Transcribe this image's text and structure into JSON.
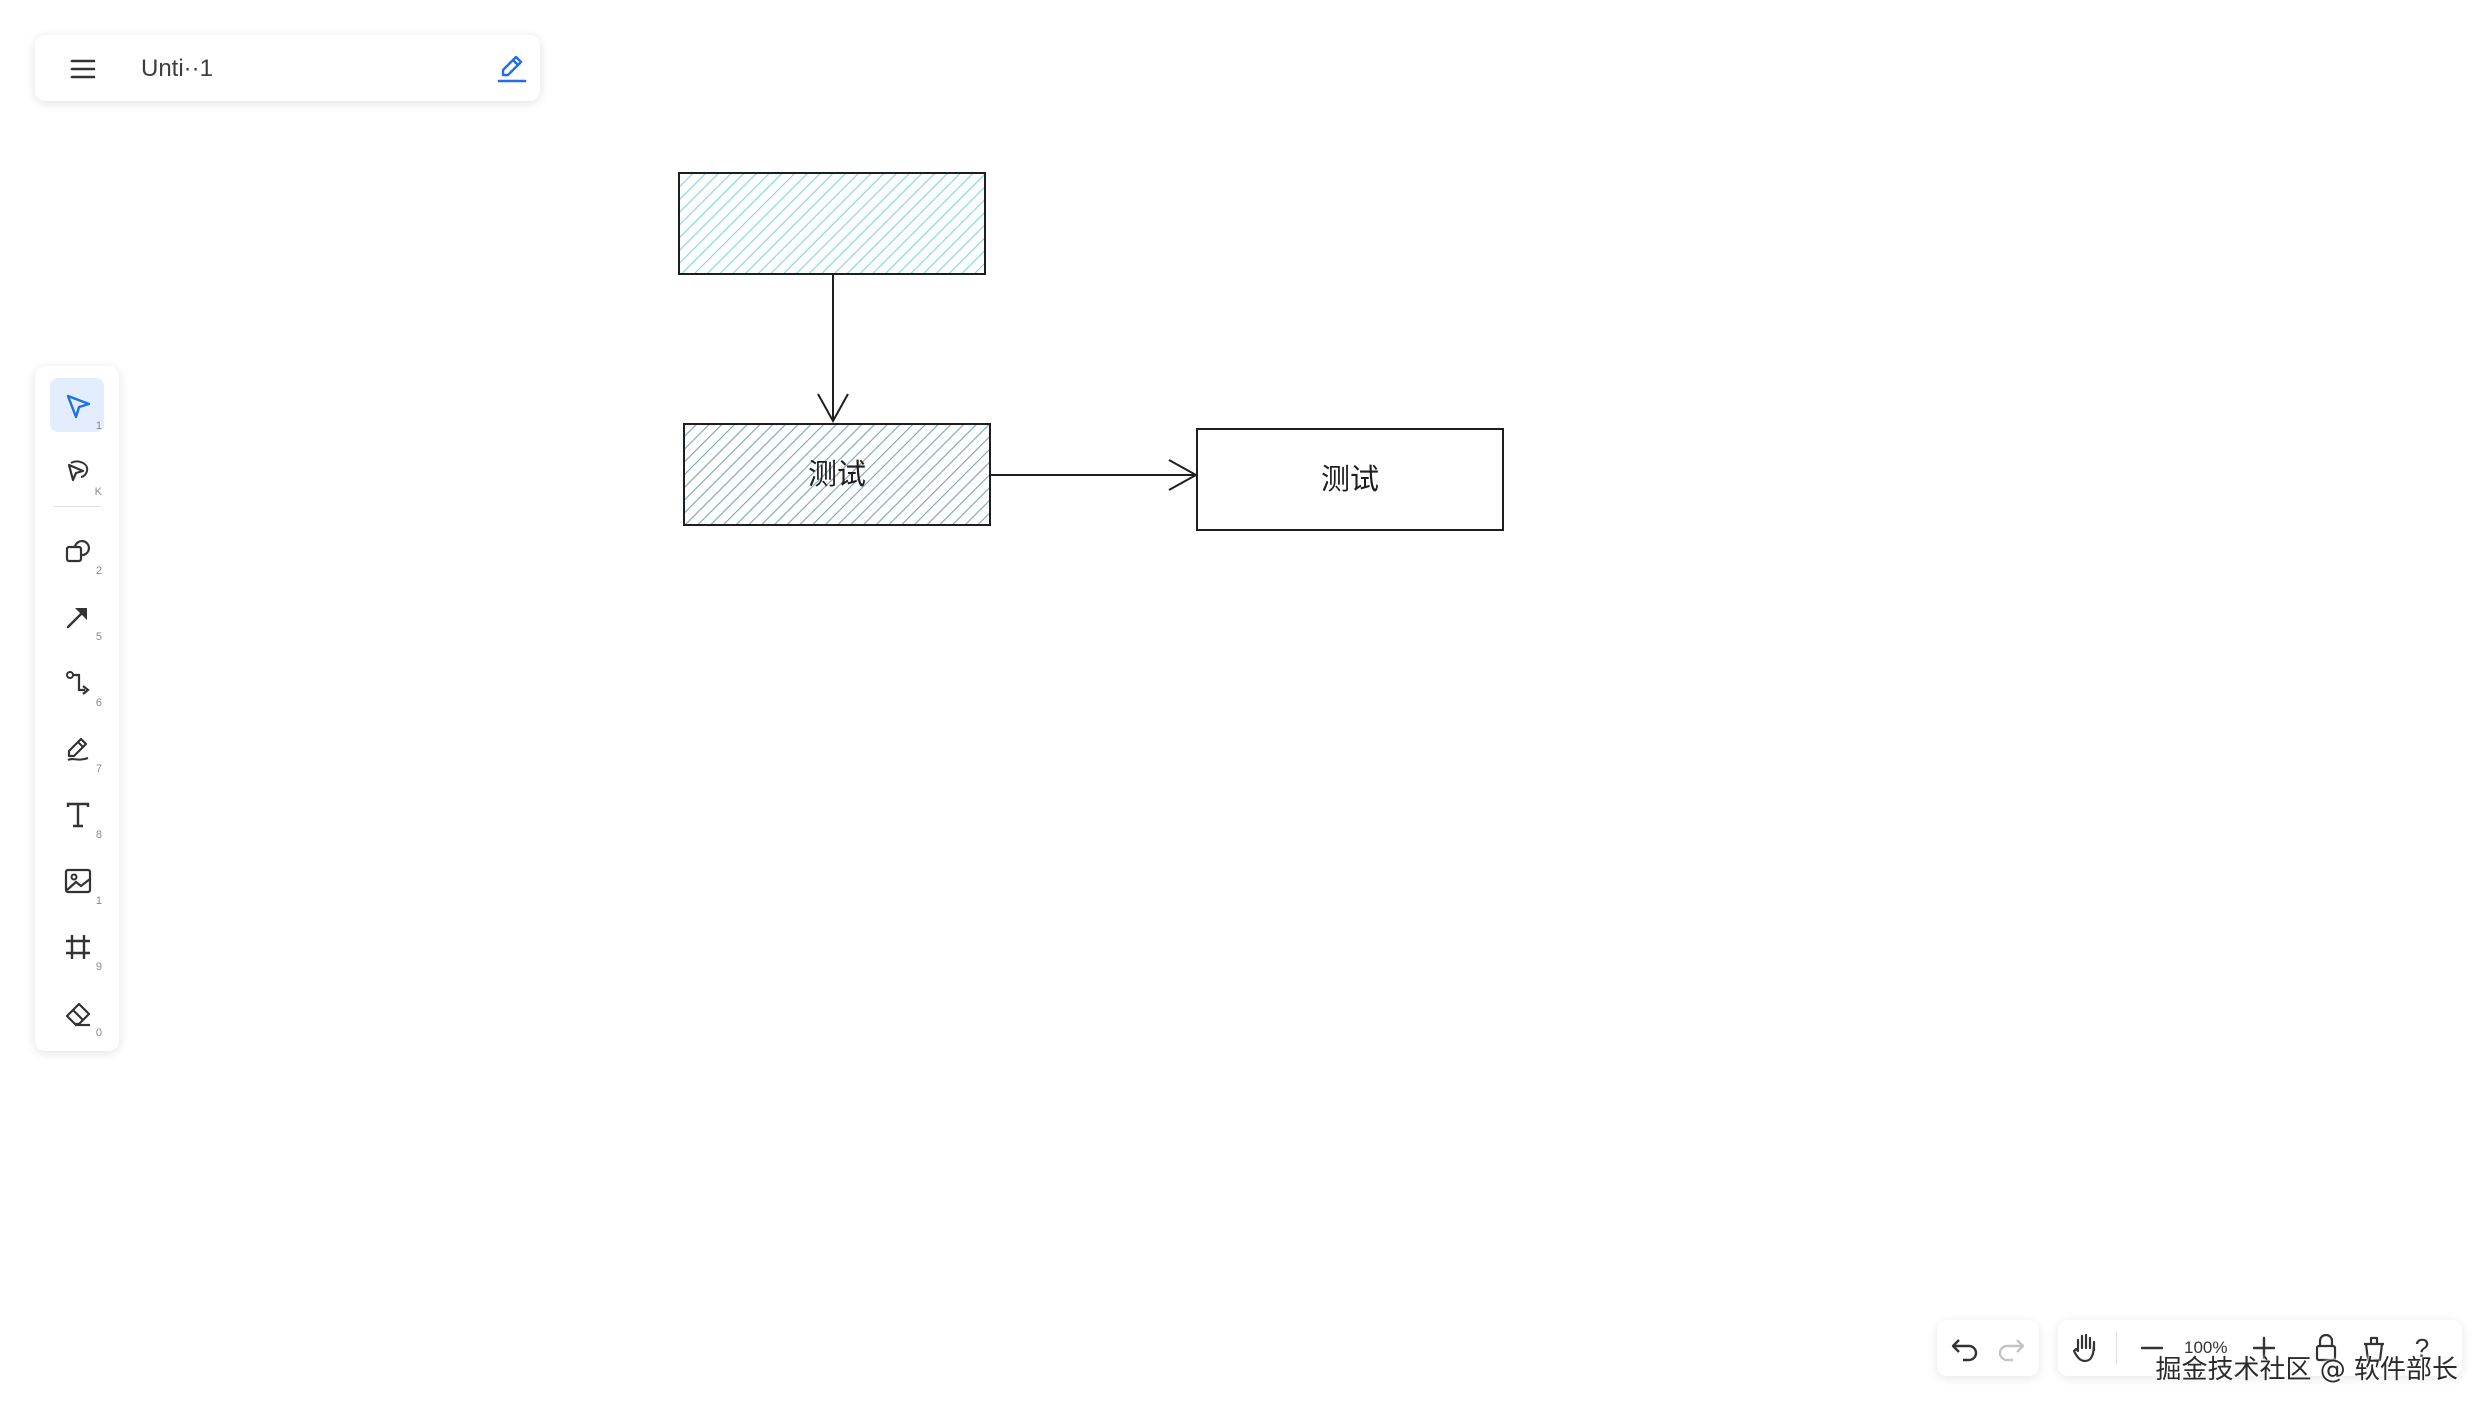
{
  "document": {
    "title": "Unti··1"
  },
  "toolbar": {
    "tools": [
      {
        "name": "select",
        "hotkey": "1",
        "active": true
      },
      {
        "name": "lasso",
        "hotkey": "K",
        "active": false
      },
      {
        "name": "shape",
        "hotkey": "2",
        "active": false
      },
      {
        "name": "arrow",
        "hotkey": "5",
        "active": false
      },
      {
        "name": "connector",
        "hotkey": "6",
        "active": false
      },
      {
        "name": "pen",
        "hotkey": "7",
        "active": false
      },
      {
        "name": "text",
        "hotkey": "8",
        "active": false
      },
      {
        "name": "image",
        "hotkey": "1",
        "active": false
      },
      {
        "name": "frame",
        "hotkey": "9",
        "active": false
      },
      {
        "name": "eraser",
        "hotkey": "0",
        "active": false
      }
    ]
  },
  "canvas": {
    "shapes": [
      {
        "label": "",
        "fill": "#7fd6e0"
      },
      {
        "label": "测试",
        "fill": "#7aa3c4"
      },
      {
        "label": "测试",
        "fill": "#ffffff"
      }
    ]
  },
  "controls": {
    "zoom": "100%",
    "help": "?"
  },
  "watermark": "掘金技术社区 @ 软件部长",
  "colors": {
    "accent": "#1f6feb",
    "active_bg": "#e3edfd",
    "stroke": "#1e1e1e"
  }
}
